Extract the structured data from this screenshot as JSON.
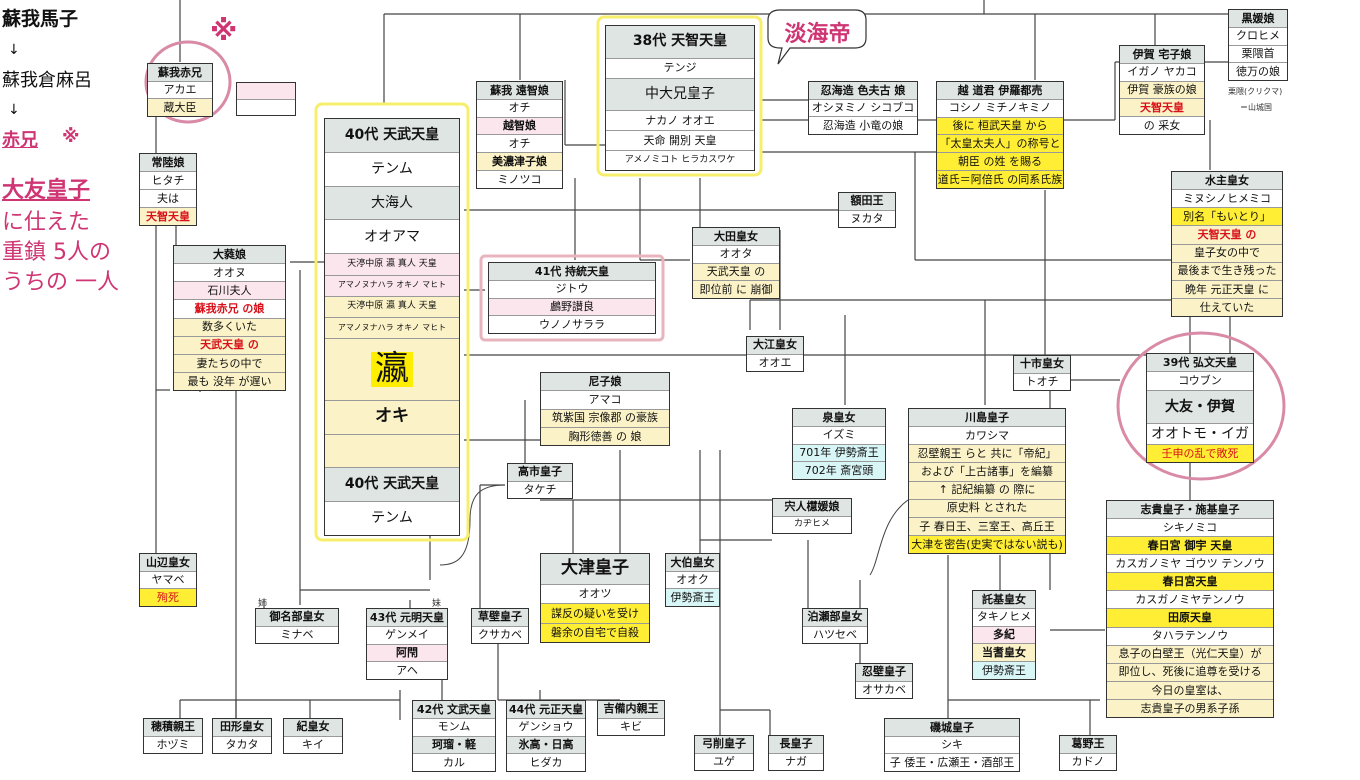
{
  "side": {
    "l1": "蘇我馬子",
    "l2": "蘇我倉麻呂",
    "l3": "赤兄",
    "l4": "大友皇子",
    "l5": "に仕えた",
    "l6": "重鎮 5人の",
    "l7": "うちの 一人",
    "mark": "※",
    "arrow": "↓"
  },
  "bubble": "淡海帝",
  "b": {
    "akae": [
      "蘇我赤兄",
      "アカエ",
      "蔵大臣"
    ],
    "hitachi": [
      "常陸娘",
      "ヒタチ",
      "夫は",
      "天智天皇"
    ],
    "onu": [
      "大蕤娘",
      "オオヌ",
      "石川夫人",
      "蘇我赤兄 の娘",
      "数多くいた",
      "天武天皇 の",
      "妻たちの中で",
      "最も 没年 が遅い"
    ],
    "tenmu": [
      "40代 天武天皇",
      "テンム",
      "大海人",
      "オオアマ",
      "天渟中原 瀛 真人 天皇",
      "アマノヌナハラ オキノ マヒト",
      "天渟中原 瀛 真人 天皇",
      "アマノヌナハラ オキノ マヒト",
      "瀛",
      "オキ",
      "40代 天武天皇",
      "テンム"
    ],
    "ochi": [
      "蘇我 遠智娘",
      "オチ",
      "越智娘",
      "オチ",
      "美濃津子娘",
      "ミノツコ"
    ],
    "tenji": [
      "38代 天智天皇",
      "テンジ",
      "中大兄皇子",
      "ナカノ オオエ",
      "天命 開別 天皇",
      "アメノミコト ヒラカスワケ"
    ],
    "shikofu": [
      "忍海造 色夫古 娘",
      "オシヌミノ シコブコ",
      "忍海造 小竜の娘"
    ],
    "michi": [
      "越 道君 伊羅都売",
      "コシノ ミチノキミノ",
      "後に 桓武天皇 から",
      "「太皇太夫人」の称号と",
      "朝臣 の姓 を賜る",
      "道氏＝阿倍氏 の同系氏族"
    ],
    "iga": [
      "伊賀 宅子娘",
      "イガノ ヤカコ",
      "伊賀 豪族の娘",
      "天智天皇",
      "の 采女"
    ],
    "kurohime": [
      "黒媛娘",
      "クロヒメ",
      "栗隈首",
      "徳万の娘"
    ],
    "kurokuma": [
      "栗隈(クリクマ)",
      "＝山城国"
    ],
    "nukata": [
      "額田王",
      "ヌカタ"
    ],
    "mizunushi": [
      "水主皇女",
      "ミヌシノヒメミコ",
      "別名「もいとり」",
      "天智天皇 の",
      "皇子女の中で",
      "最後まで生き残った",
      "晩年 元正天皇 に",
      "仕えていた"
    ],
    "ota": [
      "大田皇女",
      "オオタ",
      "天武天皇 の",
      "即位前 に 崩御"
    ],
    "jito": [
      "41代 持統天皇",
      "ジトウ",
      "鸕野讃良",
      "ウノノサララ"
    ],
    "oe": [
      "大江皇女",
      "オオエ"
    ],
    "tochi": [
      "十市皇女",
      "トオチ"
    ],
    "kobun": [
      "39代 弘文天皇",
      "コウブン",
      "大友・伊賀",
      "オオトモ・イガ",
      "壬申の乱で敗死"
    ],
    "amako": [
      "尼子娘",
      "アマコ",
      "筑紫国 宗像郡 の豪族",
      "胸形徳善 の 娘"
    ],
    "izumi": [
      "泉皇女",
      "イズミ",
      "701年 伊勢斎王",
      "702年 斎宮頭"
    ],
    "kawashima": [
      "川島皇子",
      "カワシマ",
      "忍壁親王 らと 共に「帝紀」",
      "および「上古諸事」を編纂",
      "↑ 記紀編纂 の 際に",
      "原史料 とされた",
      "子 春日王、三室王、高丘王",
      "大津を密告(史実ではない説も)"
    ],
    "takechi": [
      "高市皇子",
      "タケチ"
    ],
    "kajihime": [
      "宍人櫘媛娘",
      "カヂヒメ"
    ],
    "shiki": [
      "志貴皇子・施基皇子",
      "シキノミコ",
      "春日宮 御宇 天皇",
      "カスガノミヤ ゴウツ テンノウ",
      "春日宮天皇",
      "カスガノミヤテンノウ",
      "田原天皇",
      "タハラテンノウ",
      "息子の白壁王（光仁天皇）が",
      "即位し、死後に追尊を受ける",
      "今日の皇室は、",
      "志貴皇子の男系子孫"
    ],
    "yamabe": [
      "山辺皇女",
      "ヤマベ",
      "殉死"
    ],
    "otsu": [
      "大津皇子",
      "オオツ",
      "謀反の疑いを受け",
      "磐余の自宅で自殺"
    ],
    "oku": [
      "大伯皇女",
      "オオク",
      "伊勢斎王"
    ],
    "minabe": [
      "御名部皇女",
      "ミナベ"
    ],
    "genmei": [
      "43代 元明天皇",
      "ゲンメイ",
      "阿閇",
      "アヘ"
    ],
    "kusakabe": [
      "草壁皇子",
      "クサカベ"
    ],
    "ane": "姉",
    "imouto": "妹",
    "hatsusebe": [
      "泊瀬部皇女",
      "ハツセベ"
    ],
    "taki": [
      "託基皇女",
      "タキノヒメ",
      "多紀",
      "当耆皇女",
      "伊勢斎王"
    ],
    "osakabe": [
      "忍壁皇子",
      "オサカベ"
    ],
    "hozumi": [
      "穂積親王",
      "ホヅミ"
    ],
    "takata": [
      "田形皇女",
      "タカタ"
    ],
    "ki": [
      "紀皇女",
      "キイ"
    ],
    "monmu": [
      "42代 文武天皇",
      "モンム",
      "珂瑠・軽",
      "カル"
    ],
    "gensho": [
      "44代 元正天皇",
      "ゲンショウ",
      "氷高・日高",
      "ヒダカ"
    ],
    "kibi": [
      "吉備内親王",
      "キビ"
    ],
    "yuge": [
      "弓削皇子",
      "ユゲ"
    ],
    "naga": [
      "長皇子",
      "ナガ"
    ],
    "shikim": [
      "磯城皇子",
      "シキ",
      "子 倭王・広瀬王・酒部王"
    ],
    "kadono": [
      "葛野王",
      "カドノ"
    ]
  }
}
